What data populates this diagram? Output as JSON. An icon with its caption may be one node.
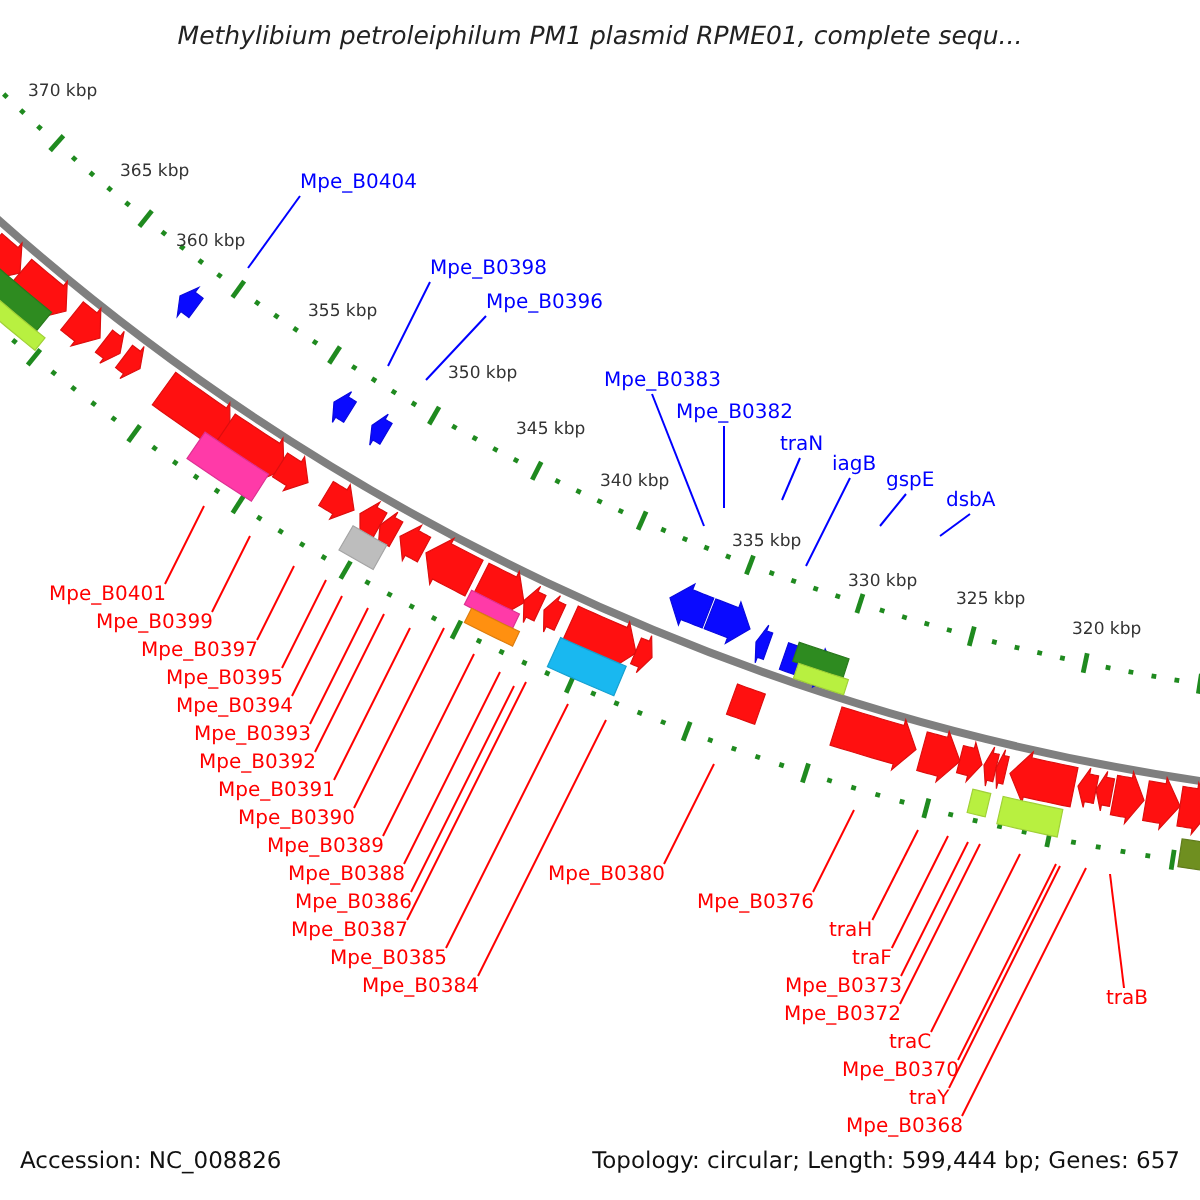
{
  "diagram": {
    "title": "Methylibium petroleiphilum PM1 plasmid RPME01, complete sequ...",
    "nodes": [
      {
        "text": [
          "Mpe_B0404"
        ]
      },
      {
        "text": [
          "Mpe_B0398"
        ]
      },
      {
        "text": [
          "Mpe_B0396"
        ]
      },
      {
        "text": [
          "Mpe_B0383"
        ]
      },
      {
        "text": [
          "Mpe_B0382"
        ]
      },
      {
        "text": [
          "traN"
        ]
      },
      {
        "text": [
          "iagB"
        ]
      },
      {
        "text": [
          "gspE"
        ]
      },
      {
        "text": [
          "dsbA"
        ]
      },
      {
        "text": [
          "Mpe_B0401"
        ]
      },
      {
        "text": [
          "Mpe_B0397"
        ]
      },
      {
        "text": [
          "Mpe_B0399"
        ]
      },
      {
        "text": [
          "Mpe_B0395"
        ]
      },
      {
        "text": [
          "Mpe_B0393"
        ]
      },
      {
        "text": [
          "Mpe_B0394"
        ]
      },
      {
        "text": [
          "Mpe_B0390"
        ]
      },
      {
        "text": [
          "Mpe_B0391"
        ]
      },
      {
        "text": [
          "Mpe_B0392"
        ]
      },
      {
        "text": [
          "Mpe_B0389"
        ]
      },
      {
        "text": [
          "Mpe_B0388"
        ]
      },
      {
        "text": [
          "Mpe_B0386"
        ]
      },
      {
        "text": [
          "Mpe_B0387"
        ]
      },
      {
        "text": [
          "Mpe_B0385"
        ]
      },
      {
        "text": [
          "Mpe_B0384"
        ]
      },
      {
        "text": [
          "Mpe_B0380"
        ]
      },
      {
        "text": [
          "Mpe_B0376"
        ]
      },
      {
        "text": [
          "traH"
        ]
      },
      {
        "text": [
          "traF"
        ]
      },
      {
        "text": [
          "Mpe_B0373"
        ]
      },
      {
        "text": [
          "traC"
        ]
      },
      {
        "text": [
          "Mpe_B0372"
        ]
      },
      {
        "text": [
          "traY"
        ]
      },
      {
        "text": [
          "Mpe_B0368"
        ]
      },
      {
        "text": [
          "Mpe_B0370"
        ]
      },
      {
        "text": [
          "traB"
        ]
      }
    ],
    "edges": [
      {
        "from": 0,
        "to": null,
        "arrow": "none",
        "color": "#0000ff"
      },
      {
        "from": 1,
        "to": null,
        "arrow": "none",
        "color": "#0000ff"
      },
      {
        "from": 2,
        "to": null,
        "arrow": "none",
        "color": "#0000ff"
      },
      {
        "from": 3,
        "to": null,
        "arrow": "none",
        "color": "#0000ff"
      },
      {
        "from": 4,
        "to": null,
        "arrow": "none",
        "color": "#0000ff"
      },
      {
        "from": 5,
        "to": null,
        "arrow": "none",
        "color": "#0000ff"
      },
      {
        "from": 6,
        "to": null,
        "arrow": "none",
        "color": "#0000ff"
      },
      {
        "from": 7,
        "to": null,
        "arrow": "none",
        "color": "#0000ff"
      },
      {
        "from": 8,
        "to": null,
        "arrow": "none",
        "color": "#0000ff"
      },
      {
        "from": 9,
        "to": null,
        "arrow": "none"
      },
      {
        "from": 10,
        "to": null,
        "arrow": "none"
      },
      {
        "from": 11,
        "to": null,
        "arrow": "none"
      },
      {
        "from": 12,
        "to": null,
        "arrow": "none"
      },
      {
        "from": 13,
        "to": null,
        "arrow": "none"
      },
      {
        "from": 14,
        "to": null,
        "arrow": "none"
      },
      {
        "from": 15,
        "to": null,
        "arrow": "none"
      },
      {
        "from": 16,
        "to": null,
        "arrow": "none"
      },
      {
        "from": 17,
        "to": null,
        "arrow": "none"
      },
      {
        "from": 18,
        "to": null,
        "arrow": "none"
      },
      {
        "from": 19,
        "to": null,
        "arrow": "none"
      },
      {
        "from": 20,
        "to": null,
        "arrow": "none"
      },
      {
        "from": 21,
        "to": null,
        "arrow": "none"
      },
      {
        "from": 22,
        "to": null,
        "arrow": "none"
      },
      {
        "from": 23,
        "to": null,
        "arrow": "none"
      },
      {
        "from": 24,
        "to": null,
        "arrow": "none"
      },
      {
        "from": 25,
        "to": null,
        "arrow": "none"
      },
      {
        "from": 26,
        "to": null,
        "arrow": "none"
      },
      {
        "from": 27,
        "to": null,
        "arrow": "none"
      },
      {
        "from": 28,
        "to": null,
        "arrow": "none"
      },
      {
        "from": 29,
        "to": null,
        "arrow": "none"
      },
      {
        "from": 30,
        "to": null,
        "arrow": "none"
      },
      {
        "from": 31,
        "to": null,
        "arrow": "none"
      },
      {
        "from": 32,
        "to": null,
        "arrow": "none"
      },
      {
        "from": 33,
        "to": null,
        "arrow": "none"
      },
      {
        "from": 34,
        "to": null,
        "arrow": "none"
      }
    ],
    "labels": [
      "370 kbp",
      "365 kbp",
      "360 kbp",
      "355 kbp",
      "350 kbp",
      "345 kbp",
      "340 kbp",
      "335 kbp",
      "330 kbp",
      "325 kbp",
      "320 kbp",
      "Accession: NC_008826",
      "Topology: circular; Length: 599,444 bp; Genes: 657"
    ]
  }
}
